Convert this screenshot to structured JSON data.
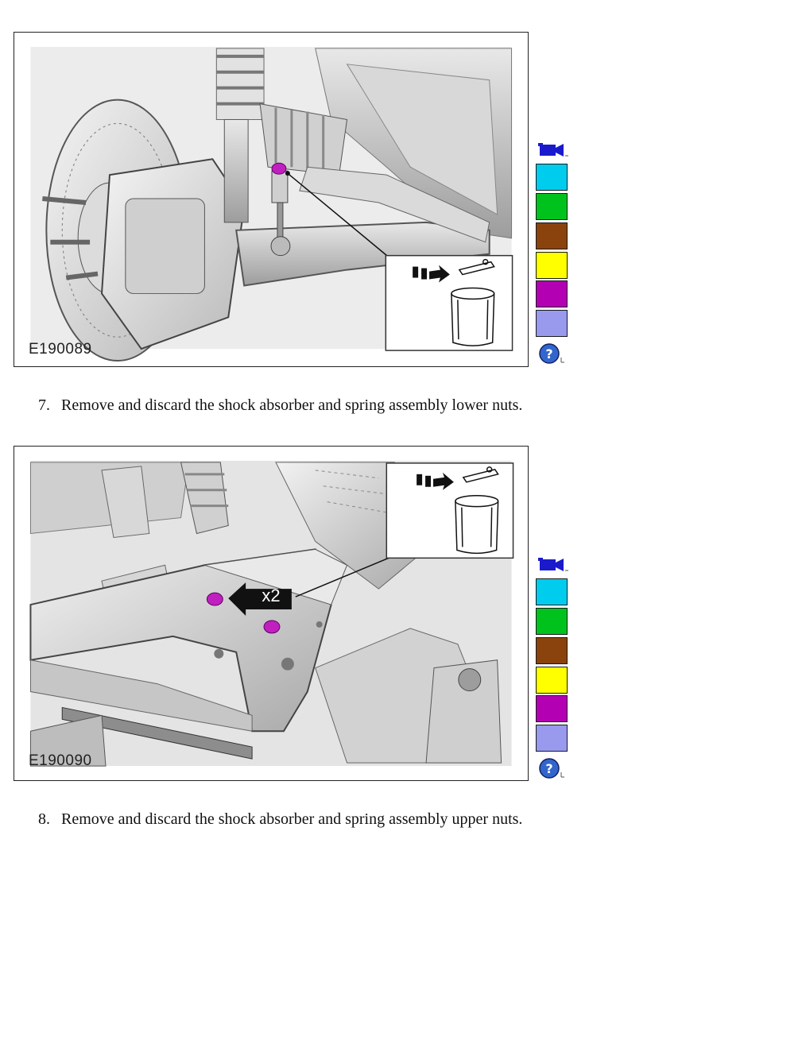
{
  "figures": [
    {
      "id": "E190089",
      "callout": "",
      "nut_color": "#c020c0"
    },
    {
      "id": "E190090",
      "callout": "x2",
      "nut_color": "#c020c0"
    }
  ],
  "side_tools": {
    "icons": [
      "video-camera-icon",
      "help-icon"
    ],
    "swatches": [
      {
        "name": "cyan",
        "color": "#00ccee"
      },
      {
        "name": "green",
        "color": "#00c21c"
      },
      {
        "name": "brown",
        "color": "#8a430c"
      },
      {
        "name": "yellow",
        "color": "#ffff00"
      },
      {
        "name": "magenta",
        "color": "#b300b3"
      },
      {
        "name": "lavender",
        "color": "#9999ee"
      }
    ]
  },
  "steps": [
    {
      "number": "7.",
      "text": "Remove and discard the shock absorber and spring assembly lower nuts."
    },
    {
      "number": "8.",
      "text": "Remove and discard the shock absorber and spring assembly upper nuts."
    }
  ]
}
